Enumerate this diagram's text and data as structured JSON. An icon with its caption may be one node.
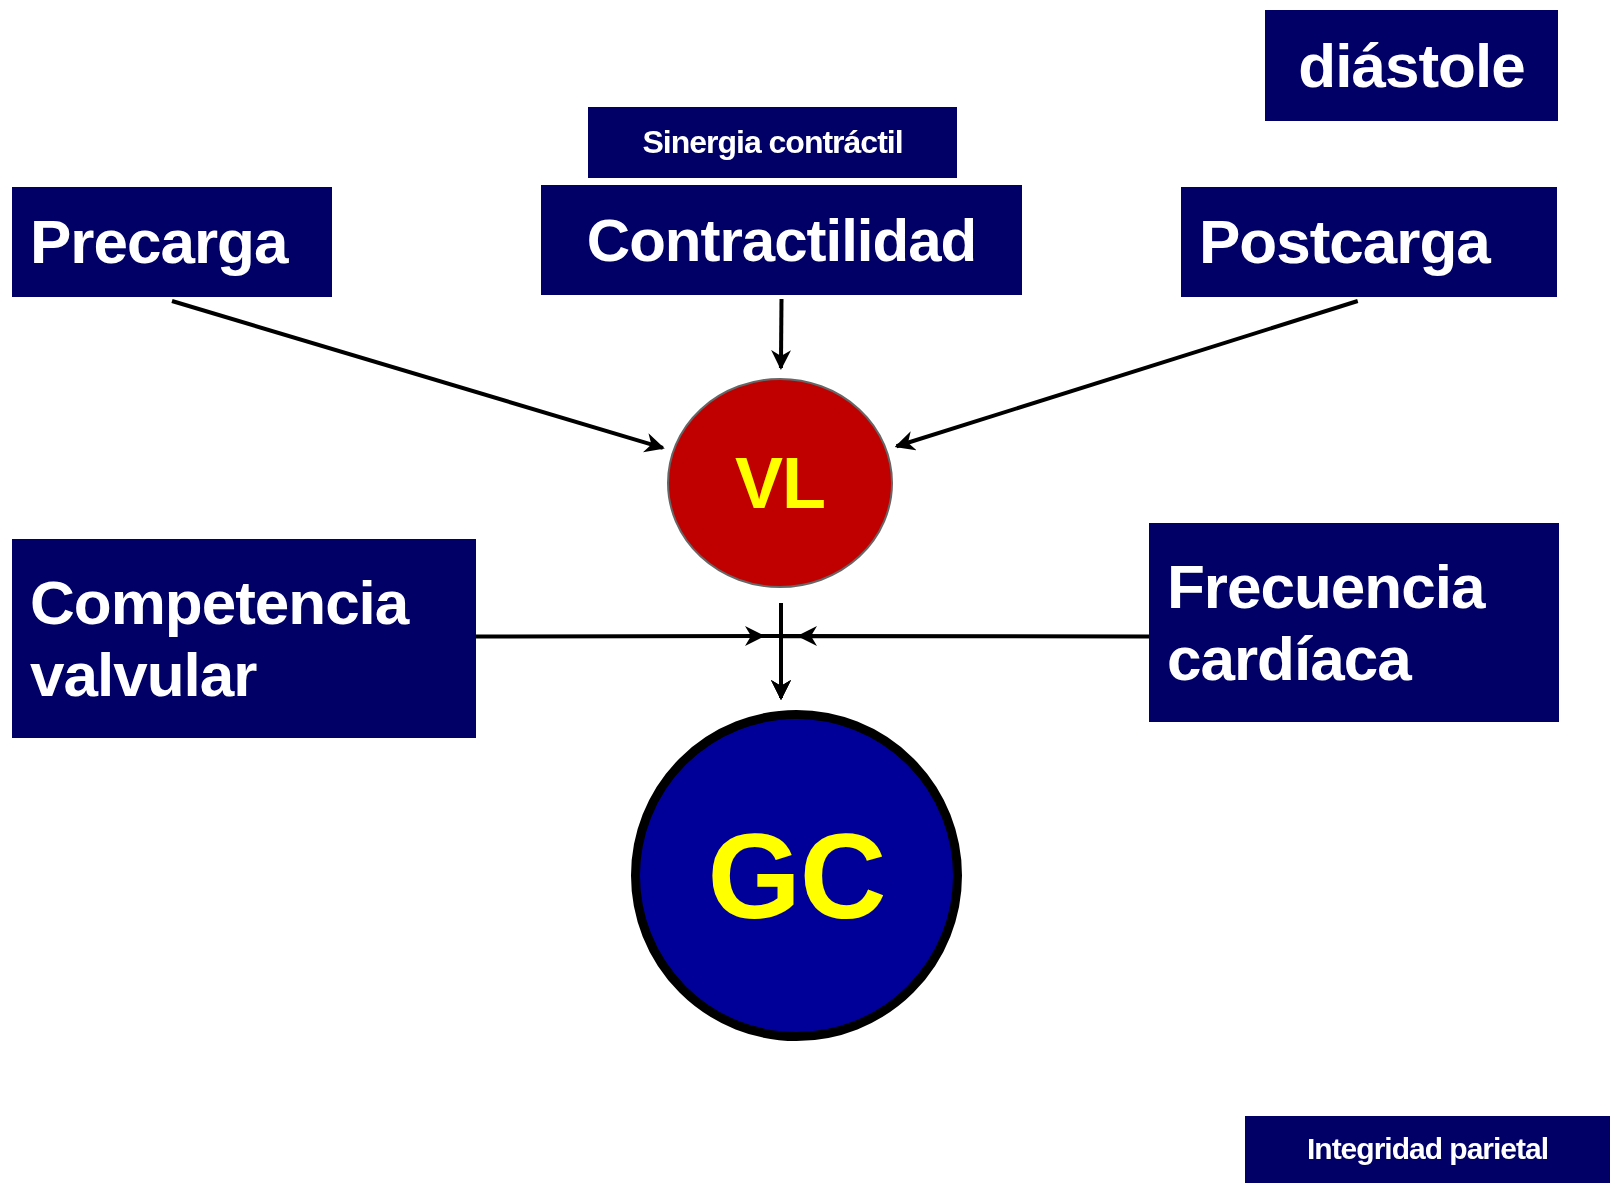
{
  "diagram": {
    "nodes": [
      {
        "text": [
          "diástole"
        ]
      },
      {
        "text": [
          "Sinergia contráctil"
        ]
      },
      {
        "text": [
          "Contractilidad"
        ]
      },
      {
        "text": [
          "Precarga"
        ]
      },
      {
        "text": [
          "Postcarga"
        ]
      },
      {
        "text": [
          "VL"
        ]
      },
      {
        "text": [
          "Competencia valvular"
        ]
      },
      {
        "text": [
          "Frecuencia cardíaca"
        ]
      },
      {
        "text": [
          "GC"
        ]
      },
      {
        "text": [
          "Integridad parietal"
        ]
      }
    ],
    "edges": [
      {
        "from": 3,
        "to": 5,
        "arrow": "to"
      },
      {
        "from": 2,
        "to": 5,
        "arrow": "to"
      },
      {
        "from": 4,
        "to": 5,
        "arrow": "to"
      },
      {
        "from": 5,
        "to": 8,
        "arrow": "to"
      },
      {
        "from": 6,
        "to": 8,
        "arrow": "to"
      },
      {
        "from": 7,
        "to": 8,
        "arrow": "to"
      }
    ]
  }
}
